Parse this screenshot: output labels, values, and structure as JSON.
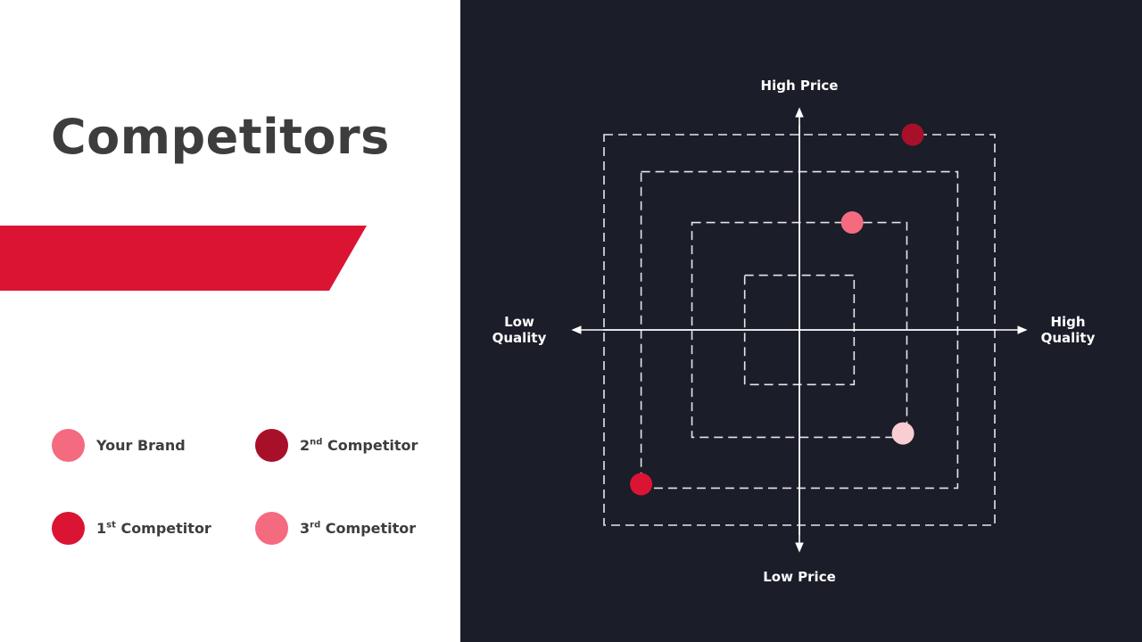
{
  "slide": {
    "title": "Competitors"
  },
  "colors": {
    "accent_red": "#dc1434",
    "dark_bg": "#1b1d29",
    "your_brand": "#f46b7f",
    "first_competitor": "#dc1434",
    "second_competitor": "#a8102a",
    "third_competitor": "#f46b7f",
    "extra_point": "#f9cdd2"
  },
  "legend": [
    {
      "label_main": "Your Brand",
      "ordinal": "",
      "suffix": "",
      "color": "#f46b7f"
    },
    {
      "label_main": "2",
      "ordinal": "nd",
      "suffix": " Competitor",
      "color": "#a8102a"
    },
    {
      "label_main": "1",
      "ordinal": "st",
      "suffix": " Competitor",
      "color": "#dc1434"
    },
    {
      "label_main": "3",
      "ordinal": "rd",
      "suffix": " Competitor",
      "color": "#f46b7f"
    }
  ],
  "chart_data": {
    "type": "scatter",
    "axes": {
      "top": "High Price",
      "bottom": "Low Price",
      "left_line1": "Low",
      "left_line2": "Quality",
      "right_line1": "High",
      "right_line2": "Quality"
    },
    "xlim": [
      -1,
      1
    ],
    "ylim": [
      -1,
      1
    ],
    "grid": "concentric dashed squares",
    "ring_half_sizes": [
      0.28,
      0.55,
      0.81,
      1.0
    ],
    "points": [
      {
        "x": 0.58,
        "y": 1.0,
        "color": "#a8102a"
      },
      {
        "x": 0.27,
        "y": 0.55,
        "color": "#f46b7f"
      },
      {
        "x": 0.53,
        "y": -0.53,
        "color": "#f9cdd2"
      },
      {
        "x": -0.81,
        "y": -0.79,
        "color": "#dc1434"
      }
    ]
  }
}
